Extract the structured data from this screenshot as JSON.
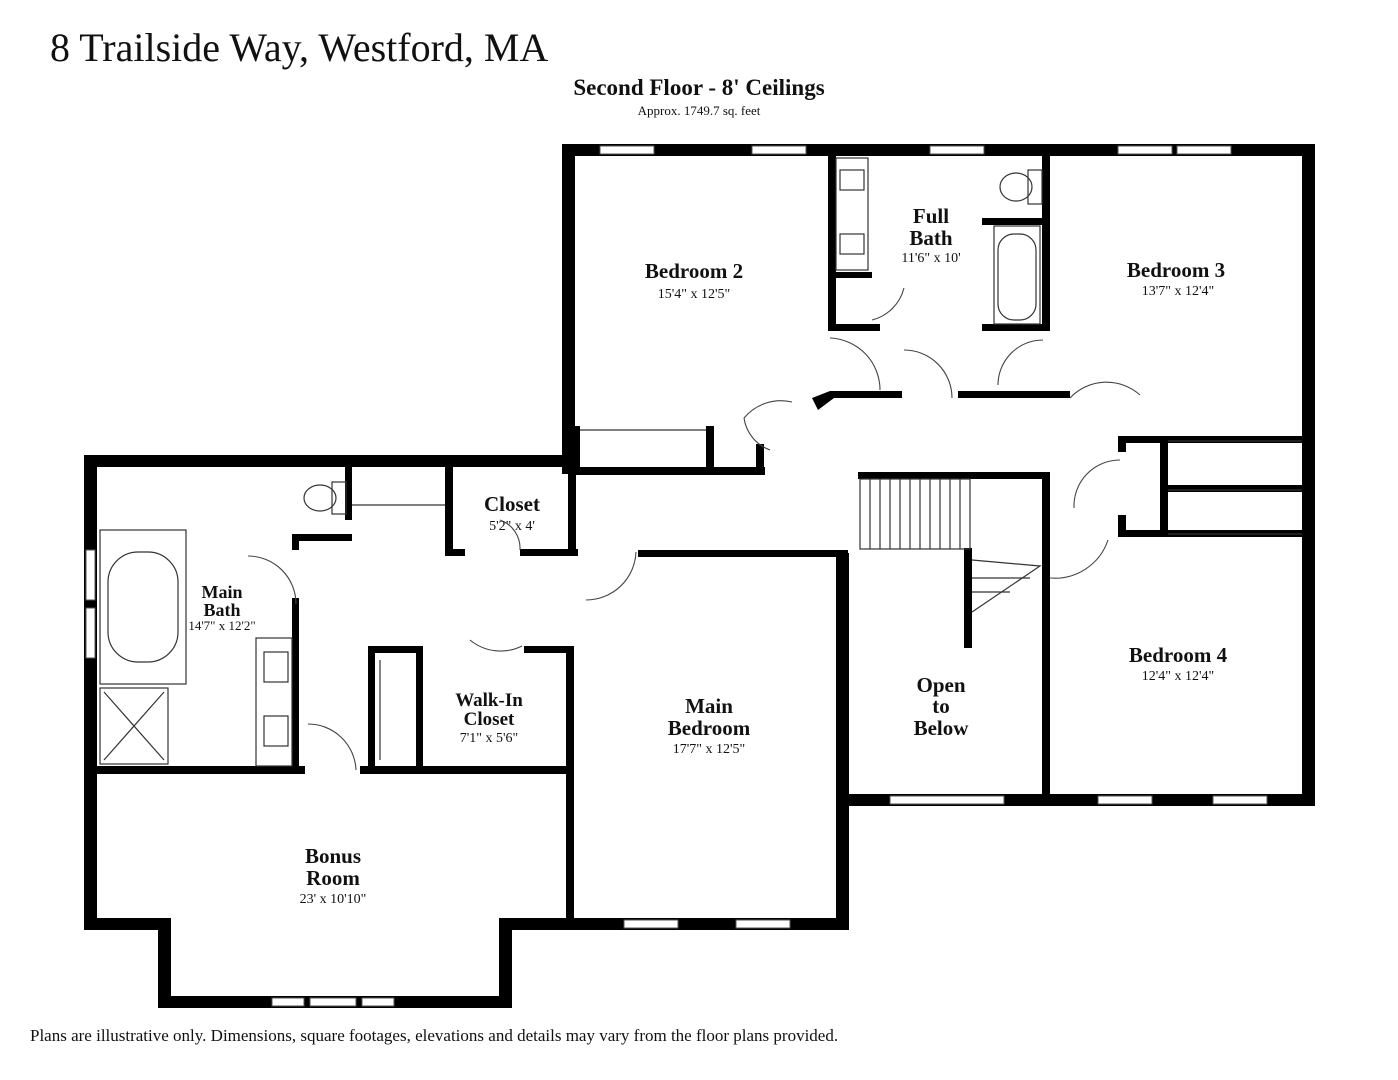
{
  "header": {
    "title": "8 Trailside Way, Westford, MA",
    "floor_label": "Second Floor - 8' Ceilings",
    "area": "Approx. 1749.7 sq. feet"
  },
  "rooms": {
    "bedroom2": {
      "name": "Bedroom 2",
      "dim": "15'4\" x 12'5\""
    },
    "full_bath": {
      "name1": "Full",
      "name2": "Bath",
      "dim": "11'6\" x 10'"
    },
    "bedroom3": {
      "name": "Bedroom 3",
      "dim": "13'7\" x 12'4\""
    },
    "closet": {
      "name": "Closet",
      "dim": "5'2\" x 4'"
    },
    "main_bath": {
      "name1": "Main",
      "name2": "Bath",
      "dim": "14'7\" x 12'2\""
    },
    "walk_in_closet": {
      "name1": "Walk-In",
      "name2": "Closet",
      "dim": "7'1\" x 5'6\""
    },
    "main_bedroom": {
      "name1": "Main",
      "name2": "Bedroom",
      "dim": "17'7\" x 12'5\""
    },
    "open_to_below": {
      "name1": "Open",
      "name2": "to",
      "name3": "Below"
    },
    "bedroom4": {
      "name": "Bedroom 4",
      "dim": "12'4\" x 12'4\""
    },
    "bonus_room": {
      "name1": "Bonus",
      "name2": "Room",
      "dim": "23' x 10'10\""
    }
  },
  "footer": {
    "disclaimer": "Plans are illustrative only. Dimensions, square footages, elevations and details may vary from the floor plans provided."
  }
}
